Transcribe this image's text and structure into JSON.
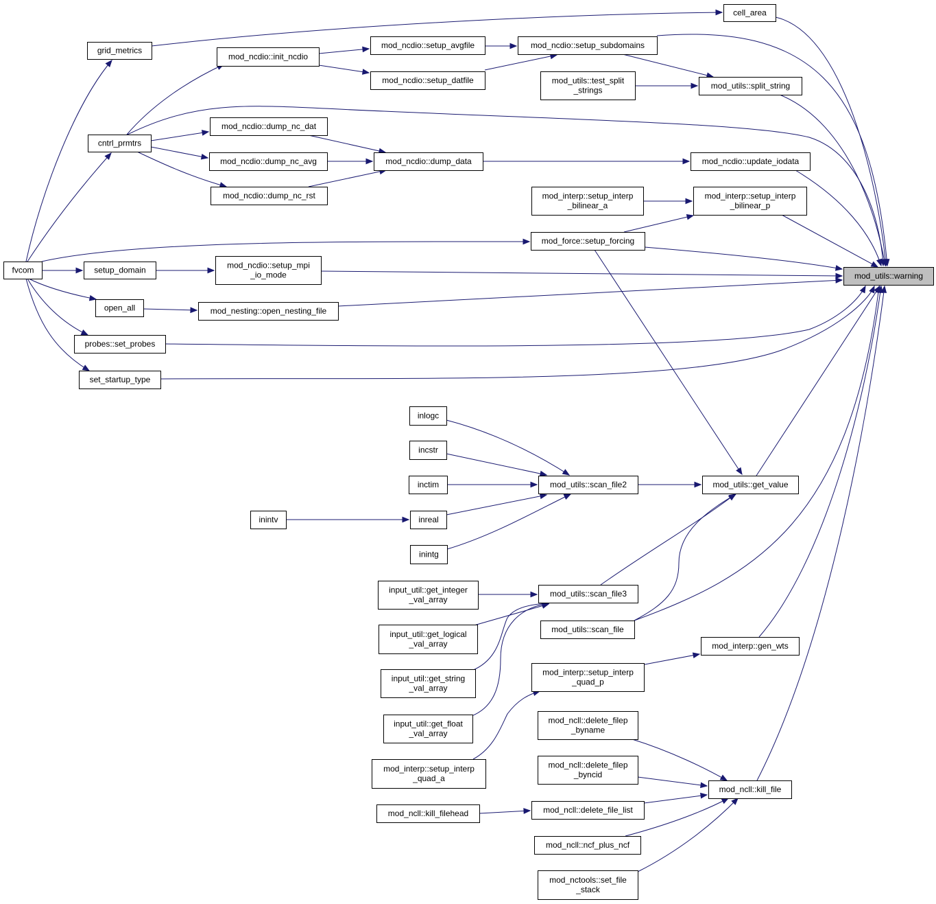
{
  "diagram": {
    "type": "call-graph",
    "colors": {
      "edge": "#191970",
      "target_fill": "#bfbfbf",
      "node_fill": "#ffffff",
      "node_border": "#000000"
    },
    "nodes": [
      {
        "id": "warning",
        "lines": [
          "mod_utils::warning"
        ],
        "highlight": true
      },
      {
        "id": "cell_area",
        "lines": [
          "cell_area"
        ]
      },
      {
        "id": "grid_metrics",
        "lines": [
          "grid_metrics"
        ]
      },
      {
        "id": "cntrl_prmtrs",
        "lines": [
          "cntrl_prmtrs"
        ]
      },
      {
        "id": "fvcom",
        "lines": [
          "fvcom"
        ]
      },
      {
        "id": "setup_subdomains",
        "lines": [
          "mod_ncdio::setup_subdomains"
        ]
      },
      {
        "id": "setup_avgfile",
        "lines": [
          "mod_ncdio::setup_avgfile"
        ]
      },
      {
        "id": "init_ncdio",
        "lines": [
          "mod_ncdio::init_ncdio"
        ]
      },
      {
        "id": "setup_datfile",
        "lines": [
          "mod_ncdio::setup_datfile"
        ]
      },
      {
        "id": "split_string",
        "lines": [
          "mod_utils::split_string"
        ]
      },
      {
        "id": "test_split",
        "lines": [
          "mod_utils::test_split",
          "_strings"
        ]
      },
      {
        "id": "update_iodata",
        "lines": [
          "mod_ncdio::update_iodata"
        ]
      },
      {
        "id": "dump_data",
        "lines": [
          "mod_ncdio::dump_data"
        ]
      },
      {
        "id": "dump_nc_dat",
        "lines": [
          "mod_ncdio::dump_nc_dat"
        ]
      },
      {
        "id": "dump_nc_avg",
        "lines": [
          "mod_ncdio::dump_nc_avg"
        ]
      },
      {
        "id": "dump_nc_rst",
        "lines": [
          "mod_ncdio::dump_nc_rst"
        ]
      },
      {
        "id": "bilinear_p",
        "lines": [
          "mod_interp::setup_interp",
          "_bilinear_p"
        ]
      },
      {
        "id": "bilinear_a",
        "lines": [
          "mod_interp::setup_interp",
          "_bilinear_a"
        ]
      },
      {
        "id": "setup_forcing",
        "lines": [
          "mod_force::setup_forcing"
        ]
      },
      {
        "id": "setup_mpi_io_mode",
        "lines": [
          "mod_ncdio::setup_mpi",
          "_io_mode"
        ]
      },
      {
        "id": "setup_domain",
        "lines": [
          "setup_domain"
        ]
      },
      {
        "id": "open_nesting_file",
        "lines": [
          "mod_nesting::open_nesting_file"
        ]
      },
      {
        "id": "open_all",
        "lines": [
          "open_all"
        ]
      },
      {
        "id": "set_probes",
        "lines": [
          "probes::set_probes"
        ]
      },
      {
        "id": "set_startup_type",
        "lines": [
          "set_startup_type"
        ]
      },
      {
        "id": "get_value",
        "lines": [
          "mod_utils::get_value"
        ]
      },
      {
        "id": "scan_file2",
        "lines": [
          "mod_utils::scan_file2"
        ]
      },
      {
        "id": "inlogc",
        "lines": [
          "inlogc"
        ]
      },
      {
        "id": "incstr",
        "lines": [
          "incstr"
        ]
      },
      {
        "id": "inctim",
        "lines": [
          "inctim"
        ]
      },
      {
        "id": "inreal",
        "lines": [
          "inreal"
        ]
      },
      {
        "id": "inintv",
        "lines": [
          "inintv"
        ]
      },
      {
        "id": "inintg",
        "lines": [
          "inintg"
        ]
      },
      {
        "id": "scan_file3",
        "lines": [
          "mod_utils::scan_file3"
        ]
      },
      {
        "id": "get_integer",
        "lines": [
          "input_util::get_integer",
          "_val_array"
        ]
      },
      {
        "id": "get_logical",
        "lines": [
          "input_util::get_logical",
          "_val_array"
        ]
      },
      {
        "id": "get_string",
        "lines": [
          "input_util::get_string",
          "_val_array"
        ]
      },
      {
        "id": "get_float",
        "lines": [
          "input_util::get_float",
          "_val_array"
        ]
      },
      {
        "id": "scan_file",
        "lines": [
          "mod_utils::scan_file"
        ]
      },
      {
        "id": "gen_wts",
        "lines": [
          "mod_interp::gen_wts"
        ]
      },
      {
        "id": "quad_p",
        "lines": [
          "mod_interp::setup_interp",
          "_quad_p"
        ]
      },
      {
        "id": "quad_a",
        "lines": [
          "mod_interp::setup_interp",
          "_quad_a"
        ]
      },
      {
        "id": "kill_file",
        "lines": [
          "mod_ncll::kill_file"
        ]
      },
      {
        "id": "delete_filep_byname",
        "lines": [
          "mod_ncll::delete_filep",
          "_byname"
        ]
      },
      {
        "id": "delete_filep_byncid",
        "lines": [
          "mod_ncll::delete_filep",
          "_byncid"
        ]
      },
      {
        "id": "delete_file_list",
        "lines": [
          "mod_ncll::delete_file_list"
        ]
      },
      {
        "id": "kill_filehead",
        "lines": [
          "mod_ncll::kill_filehead"
        ]
      },
      {
        "id": "ncf_plus_ncf",
        "lines": [
          "mod_ncll::ncf_plus_ncf"
        ]
      },
      {
        "id": "set_file_stack",
        "lines": [
          "mod_nctools::set_file",
          "_stack"
        ]
      }
    ],
    "edges": [
      [
        "cell_area",
        "warning"
      ],
      [
        "grid_metrics",
        "cell_area"
      ],
      [
        "fvcom",
        "grid_metrics"
      ],
      [
        "cntrl_prmtrs",
        "init_ncdio"
      ],
      [
        "init_ncdio",
        "setup_avgfile"
      ],
      [
        "init_ncdio",
        "setup_datfile"
      ],
      [
        "setup_avgfile",
        "setup_subdomains"
      ],
      [
        "setup_datfile",
        "setup_subdomains"
      ],
      [
        "setup_subdomains",
        "warning"
      ],
      [
        "setup_subdomains",
        "split_string"
      ],
      [
        "test_split",
        "split_string"
      ],
      [
        "split_string",
        "warning"
      ],
      [
        "cntrl_prmtrs",
        "warning"
      ],
      [
        "fvcom",
        "cntrl_prmtrs"
      ],
      [
        "cntrl_prmtrs",
        "dump_nc_dat"
      ],
      [
        "cntrl_prmtrs",
        "dump_nc_avg"
      ],
      [
        "cntrl_prmtrs",
        "dump_nc_rst"
      ],
      [
        "dump_nc_dat",
        "dump_data"
      ],
      [
        "dump_nc_avg",
        "dump_data"
      ],
      [
        "dump_nc_rst",
        "dump_data"
      ],
      [
        "dump_data",
        "update_iodata"
      ],
      [
        "update_iodata",
        "warning"
      ],
      [
        "bilinear_a",
        "bilinear_p"
      ],
      [
        "setup_forcing",
        "bilinear_p"
      ],
      [
        "bilinear_p",
        "warning"
      ],
      [
        "fvcom",
        "setup_forcing"
      ],
      [
        "setup_forcing",
        "warning"
      ],
      [
        "setup_forcing",
        "get_value"
      ],
      [
        "fvcom",
        "setup_domain"
      ],
      [
        "setup_domain",
        "setup_mpi_io_mode"
      ],
      [
        "setup_mpi_io_mode",
        "warning"
      ],
      [
        "fvcom",
        "open_all"
      ],
      [
        "open_all",
        "open_nesting_file"
      ],
      [
        "open_nesting_file",
        "warning"
      ],
      [
        "fvcom",
        "set_probes"
      ],
      [
        "set_probes",
        "warning"
      ],
      [
        "fvcom",
        "set_startup_type"
      ],
      [
        "set_startup_type",
        "warning"
      ],
      [
        "get_value",
        "warning"
      ],
      [
        "scan_file2",
        "get_value"
      ],
      [
        "inlogc",
        "scan_file2"
      ],
      [
        "incstr",
        "scan_file2"
      ],
      [
        "inctim",
        "scan_file2"
      ],
      [
        "inreal",
        "scan_file2"
      ],
      [
        "inintg",
        "scan_file2"
      ],
      [
        "inintv",
        "inreal"
      ],
      [
        "scan_file3",
        "get_value"
      ],
      [
        "scan_file",
        "get_value"
      ],
      [
        "scan_file",
        "warning"
      ],
      [
        "get_integer",
        "scan_file3"
      ],
      [
        "get_logical",
        "scan_file3"
      ],
      [
        "get_string",
        "scan_file3"
      ],
      [
        "get_float",
        "scan_file3"
      ],
      [
        "gen_wts",
        "warning"
      ],
      [
        "quad_p",
        "gen_wts"
      ],
      [
        "quad_a",
        "quad_p"
      ],
      [
        "kill_file",
        "warning"
      ],
      [
        "delete_filep_byname",
        "kill_file"
      ],
      [
        "delete_filep_byncid",
        "kill_file"
      ],
      [
        "delete_file_list",
        "kill_file"
      ],
      [
        "kill_filehead",
        "delete_file_list"
      ],
      [
        "ncf_plus_ncf",
        "kill_file"
      ],
      [
        "set_file_stack",
        "kill_file"
      ]
    ]
  }
}
